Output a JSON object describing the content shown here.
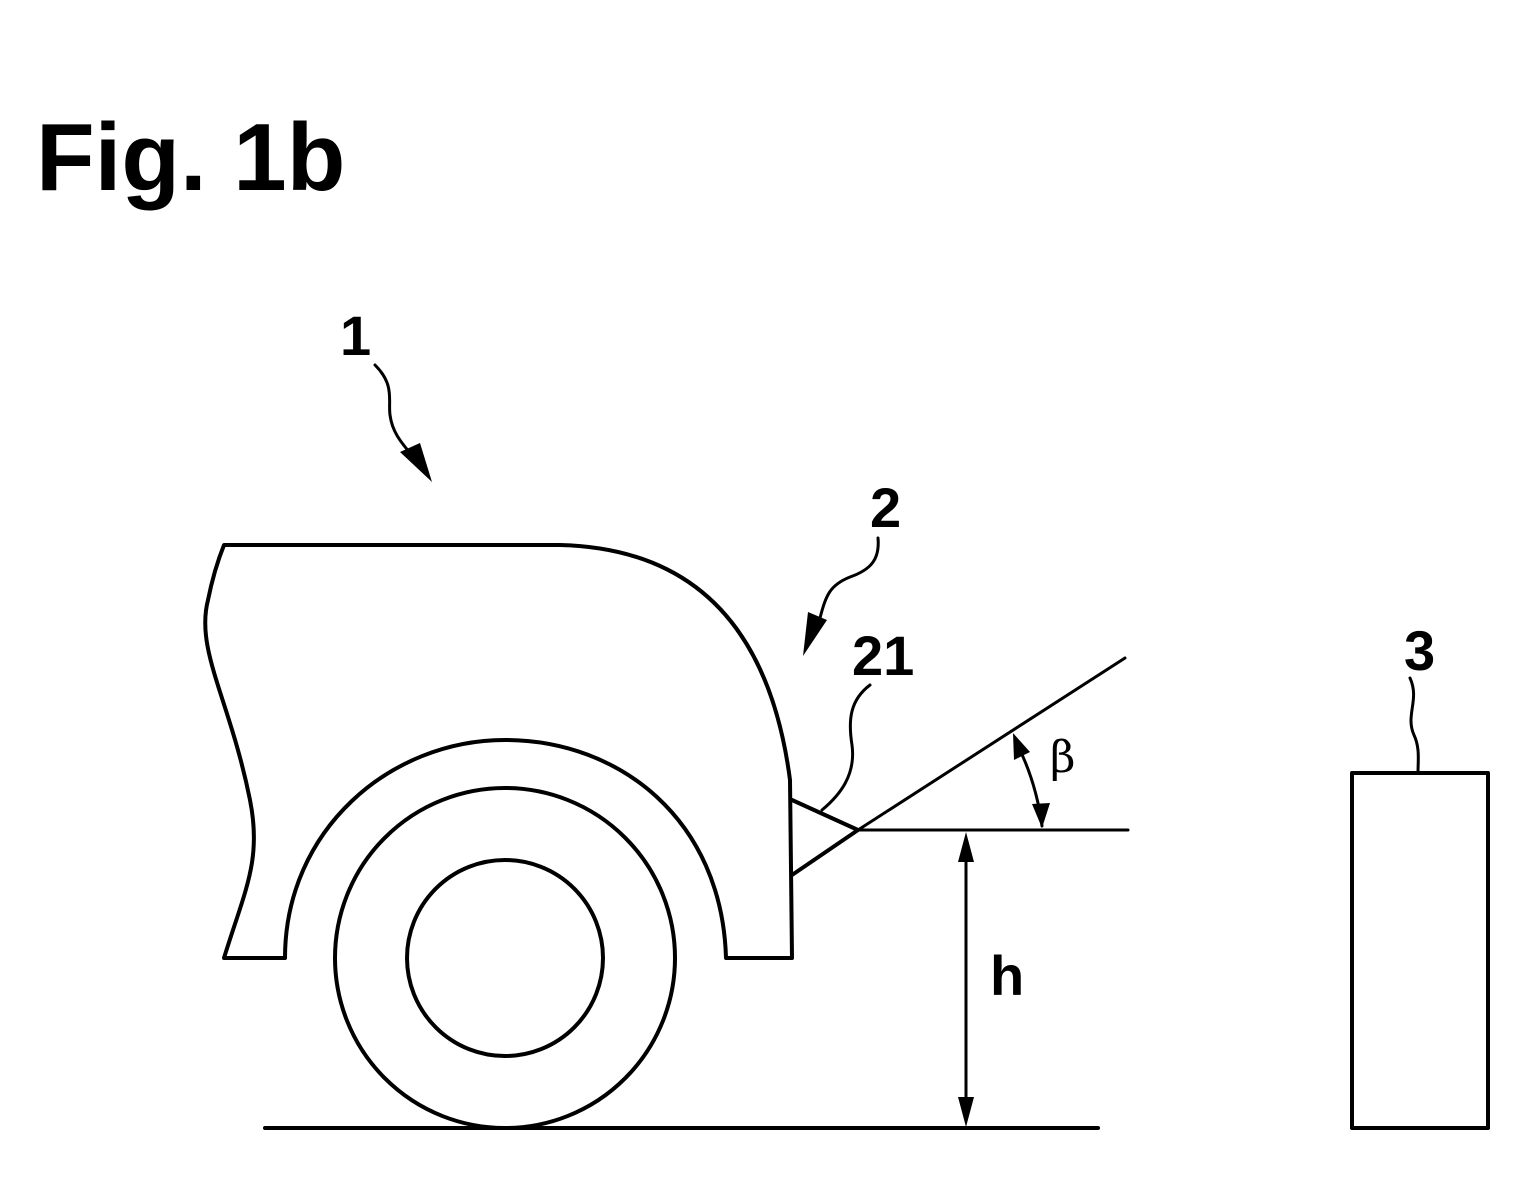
{
  "figure": {
    "title": "Fig. 1b"
  },
  "labels": {
    "vehicle": "1",
    "sensor_unit": "2",
    "sensor": "21",
    "object": "3",
    "height": "h",
    "angle": "β"
  },
  "colors": {
    "line": "#000000",
    "background": "#ffffff"
  }
}
